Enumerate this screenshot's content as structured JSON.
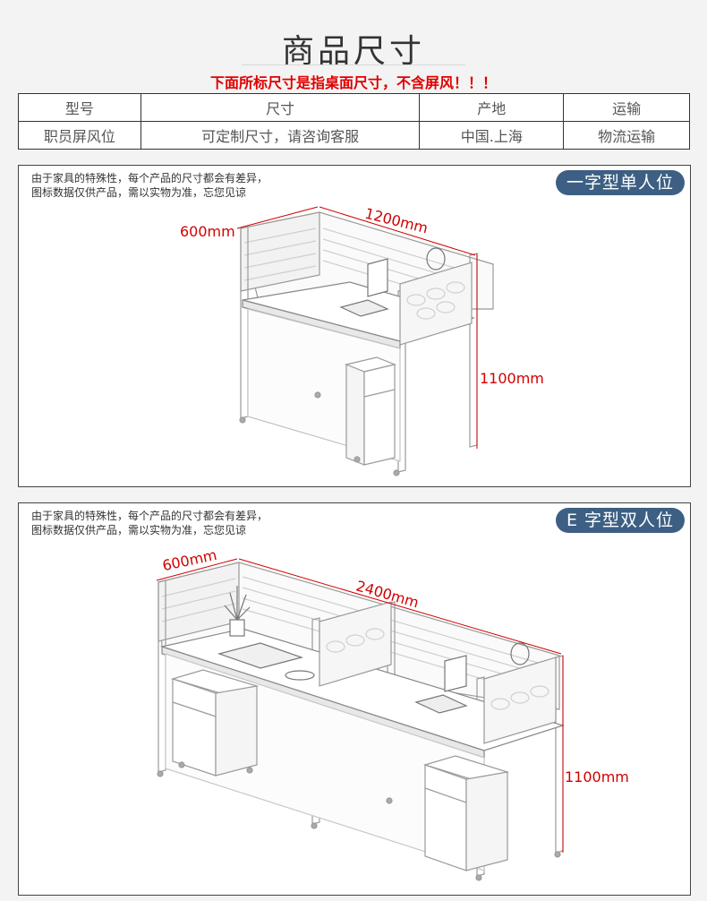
{
  "title": "商品尺寸",
  "warning": "下面所标尺寸是指桌面尺寸，不含屏风！！！",
  "spec_table": {
    "headers": [
      "型号",
      "尺寸",
      "产地",
      "运输"
    ],
    "row": [
      "职员屏风位",
      "可定制尺寸，请咨询客服",
      "中国.上海",
      "物流运输"
    ]
  },
  "panels": [
    {
      "note_line1": "由于家具的特殊性，每个产品的尺寸都会有差异，",
      "note_line2": "图标数据仅供产品，需以实物为准，忘您见谅",
      "badge": "一字型单人位",
      "dims": {
        "depth": "600mm",
        "width": "1200mm",
        "height": "1100mm"
      }
    },
    {
      "note_line1": "由于家具的特殊性，每个产品的尺寸都会有差异，",
      "note_line2": "图标数据仅供产品，需以实物为准，忘您见谅",
      "badge": "E 字型双人位",
      "dims": {
        "depth": "600mm",
        "width": "2400mm",
        "height": "1100mm"
      }
    }
  ],
  "colors": {
    "accent": "#3d5f83",
    "warning": "#e10000",
    "dimension": "#d20000"
  }
}
